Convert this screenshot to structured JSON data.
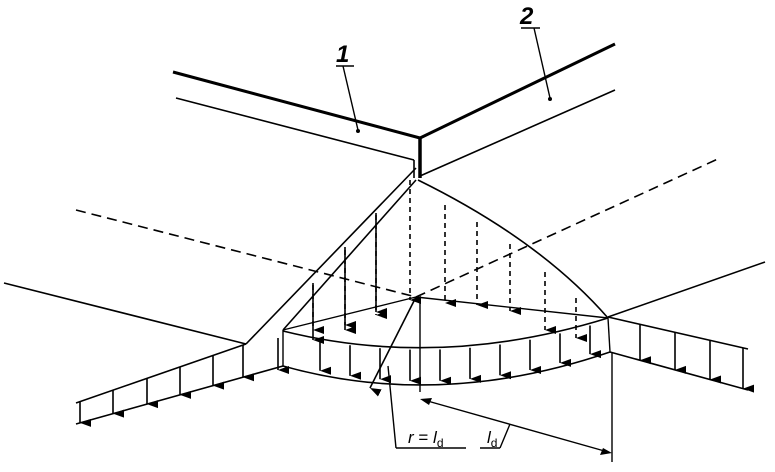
{
  "labels": {
    "part_1": "1",
    "part_2": "2",
    "radius_lhs": "r",
    "radius_eq": " = ",
    "radius_l": "l",
    "radius_sub": "d",
    "distance_l": "l",
    "distance_sub": "d"
  }
}
